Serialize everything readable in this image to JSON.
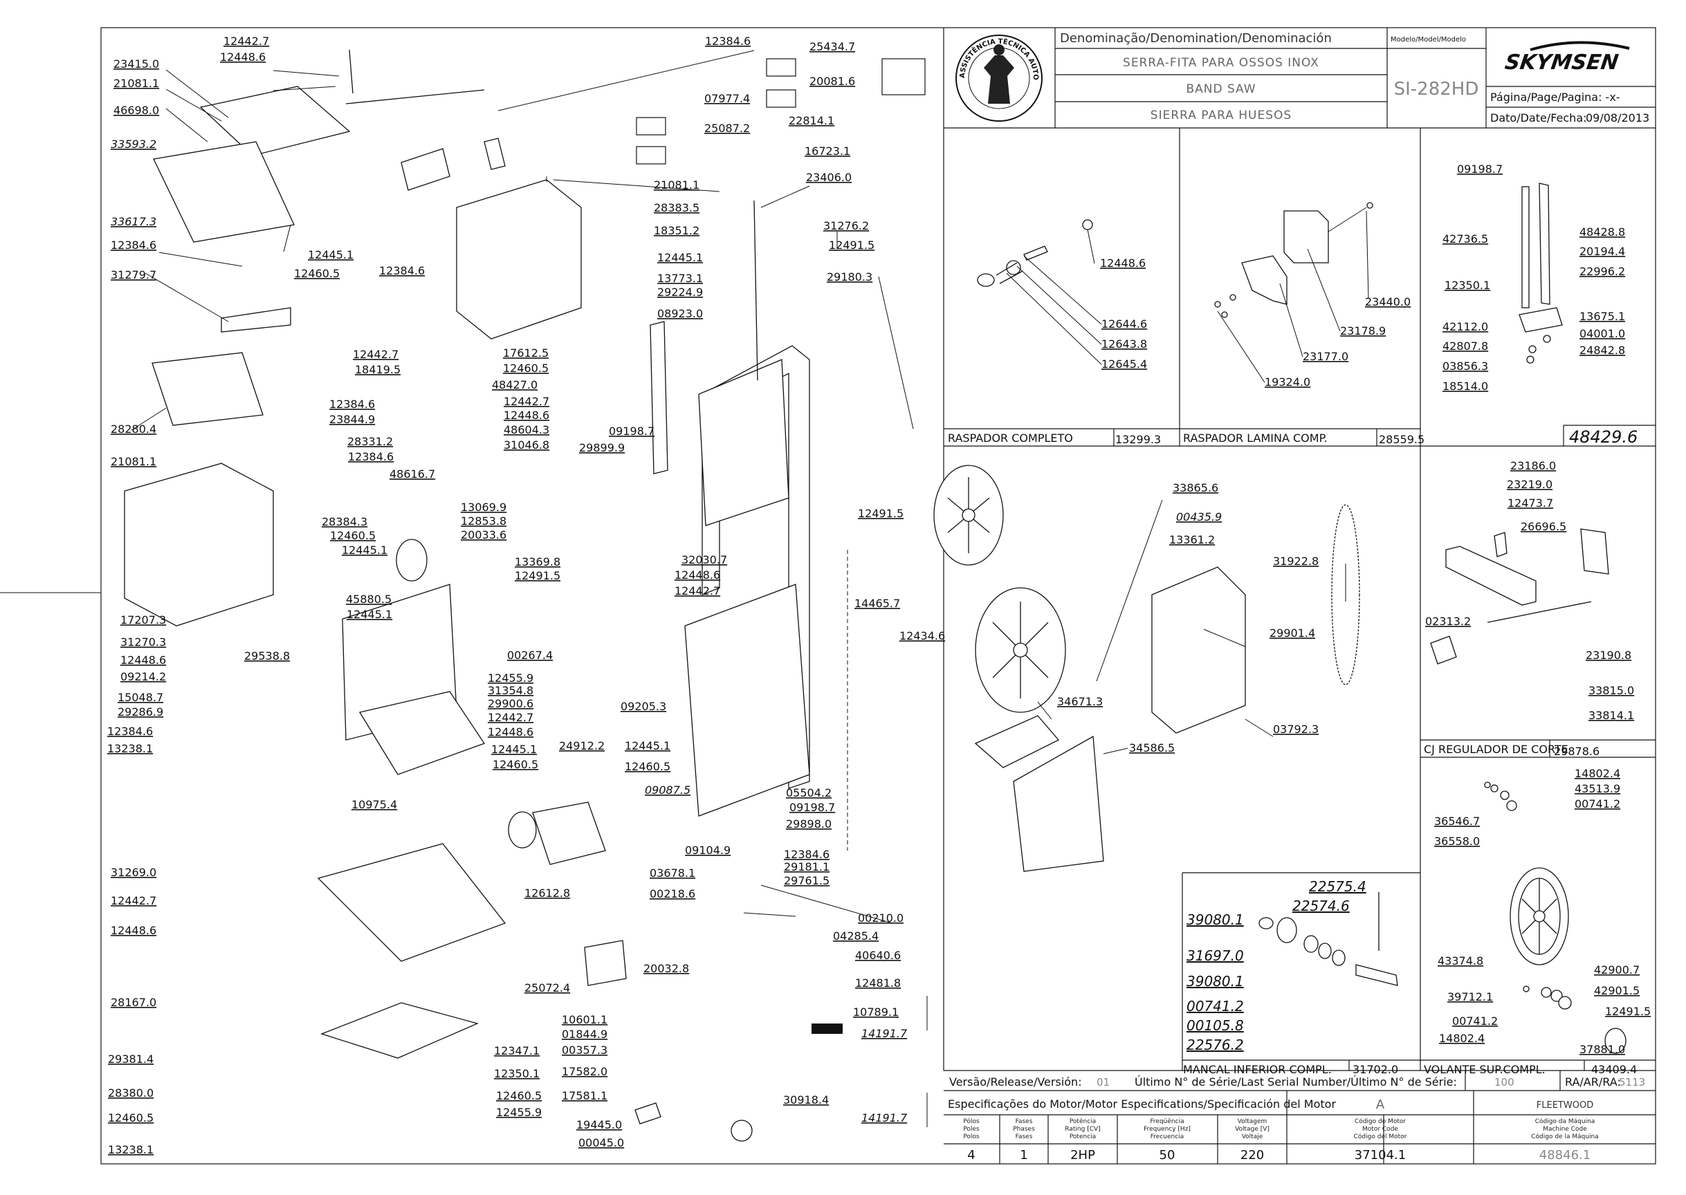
{
  "title_block": {
    "denomination_header": "Denominação/Denomination/Denominación",
    "model_header": "Modelo/Model/Modelo",
    "name_pt": "SERRA-FITA PARA OSSOS INOX",
    "name_en": "BAND SAW",
    "name_es": "SIERRA PARA HUESOS",
    "model": "SI-282HD",
    "brand": "SKYMSEN",
    "seal_text": "ASSISTÊNCIA TÉCNICA AUTORIZADA",
    "page_label": "Página/Page/Pagina: -x-",
    "date_label": "Dato/Date/Fecha:",
    "date_value": "09/08/2013"
  },
  "sub_assemblies": [
    {
      "name": "RASPADOR COMPLETO",
      "code": "13299.3"
    },
    {
      "name": "RASPADOR LAMINA COMP.",
      "code": "28559.5"
    },
    {
      "name": "",
      "code": "48429.6"
    },
    {
      "name": "CJ REGULADOR DE CORTE",
      "code": "29878.6"
    },
    {
      "name": "MANCAL INFERIOR COMPL.",
      "code": "31702.0"
    },
    {
      "name": "VOLANTE SUP.COMPL.",
      "code": "43409.4"
    }
  ],
  "release_block": {
    "version_label": "Versão/Release/Versión:",
    "version_value": "01",
    "serial_label": "Último N° de Série/Last Serial Number/Último N° de Série:",
    "serial_value": "100",
    "ra_label": "RA/AR/RA:",
    "ra_value": "5113",
    "motor_spec_label": "Especificações do Motor/Motor Especifications/Specificación del Motor",
    "col_a": "A",
    "col_fleetwood": "FLEETWOOD",
    "headers": [
      [
        "Pólos",
        "Poles",
        "Polos"
      ],
      [
        "Fases",
        "Phases",
        "Fases"
      ],
      [
        "Potência",
        "Rating [CV]",
        "Potencia"
      ],
      [
        "Freqüência",
        "Frequency [Hz]",
        "Frecuencia"
      ],
      [
        "Voltagem",
        "Voltage [V]",
        "Voltaje"
      ],
      [
        "Código do Motor",
        "Motor Code",
        "Código del Motor"
      ],
      [
        "Código da Máquina",
        "Machine Code",
        "Código de la Máquina"
      ]
    ],
    "values": [
      "4",
      "1",
      "2HP",
      "50",
      "220",
      "37104.1",
      "48846.1"
    ]
  },
  "callouts_main": [
    "12442.7",
    "12448.6",
    "23415.0",
    "21081.1",
    "46698.0",
    "33593.2",
    "33617.3",
    "12384.6",
    "31279.7",
    "28280.4",
    "12445.1",
    "12460.5",
    "12384.6",
    "12384.6",
    "25434.7",
    "20081.6",
    "22814.1",
    "07977.4",
    "25087.2",
    "16723.1",
    "21081.1",
    "23406.0",
    "28383.5",
    "18351.2",
    "12445.1",
    "13773.1",
    "29224.9",
    "08923.0",
    "31276.2",
    "12491.5",
    "29180.3",
    "12442.7",
    "18419.5",
    "12384.6",
    "23844.9",
    "28331.2",
    "12384.6",
    "48616.7",
    "48427.0",
    "12442.7",
    "12448.6",
    "48604.3",
    "31046.8",
    "17612.5",
    "12460.5",
    "13069.9",
    "12853.8",
    "20033.6",
    "13369.8",
    "12491.5",
    "09198.7",
    "29899.9",
    "21081.1",
    "28384.3",
    "12460.5",
    "12445.1",
    "45880.5",
    "12445.1",
    "32030.7",
    "12448.6",
    "12442.7",
    "17207.3",
    "31270.3",
    "12448.6",
    "09214.2",
    "15048.7",
    "29286.9",
    "12384.6",
    "13238.1",
    "29538.8",
    "12455.9",
    "31354.8",
    "29900.6",
    "12442.7",
    "12448.6",
    "12445.1",
    "12460.5",
    "00267.4",
    "09205.3",
    "12491.5",
    "14465.7",
    "12434.6",
    "33865.6",
    "00435.9",
    "13361.2",
    "31922.8",
    "29901.4",
    "34671.3",
    "03792.3",
    "34586.5",
    "10975.4",
    "31269.0",
    "12442.7",
    "12448.6",
    "24912.2",
    "12445.1",
    "12460.5",
    "09087.5",
    "12612.8",
    "05504.2",
    "09198.7",
    "29898.0",
    "12384.6",
    "29181.1",
    "29761.5",
    "09104.9",
    "03678.1",
    "00218.6",
    "00210.0",
    "04285.4",
    "40640.6",
    "12481.8",
    "10789.1",
    "14191.7",
    "14191.7",
    "28167.0",
    "29381.4",
    "28380.0",
    "12460.5",
    "13238.1",
    "12347.1",
    "12350.1",
    "12460.5",
    "12455.9",
    "25072.4",
    "20032.8",
    "10601.1",
    "01844.9",
    "00357.3",
    "17582.0",
    "17581.1",
    "19445.0",
    "00045.0",
    "30918.4"
  ],
  "callouts_raspador": [
    "12448.6",
    "12644.6",
    "12643.8",
    "12645.4"
  ],
  "callouts_lamina": [
    "23440.0",
    "23178.9",
    "23177.0",
    "19324.0"
  ],
  "callouts_guide": [
    "09198.7",
    "42736.5",
    "48428.8",
    "20194.4",
    "22996.2",
    "12350.1",
    "13675.1",
    "42112.0",
    "04001.0",
    "42807.8",
    "24842.8",
    "03856.3",
    "18514.0"
  ],
  "callouts_regulador": [
    "23186.0",
    "23219.0",
    "12473.7",
    "26696.5",
    "02313.2",
    "23190.8",
    "33815.0",
    "33814.1"
  ],
  "callouts_volante": [
    "14802.4",
    "43513.9",
    "00741.2",
    "36546.7",
    "36558.0",
    "43374.8",
    "42900.7",
    "42901.5",
    "39712.1",
    "00741.2",
    "12491.5",
    "14802.4",
    "37881.0"
  ],
  "callouts_mancal": [
    "22575.4",
    "22574.6",
    "39080.1",
    "31697.0",
    "39080.1",
    "00741.2",
    "00105.8",
    "22576.2"
  ]
}
